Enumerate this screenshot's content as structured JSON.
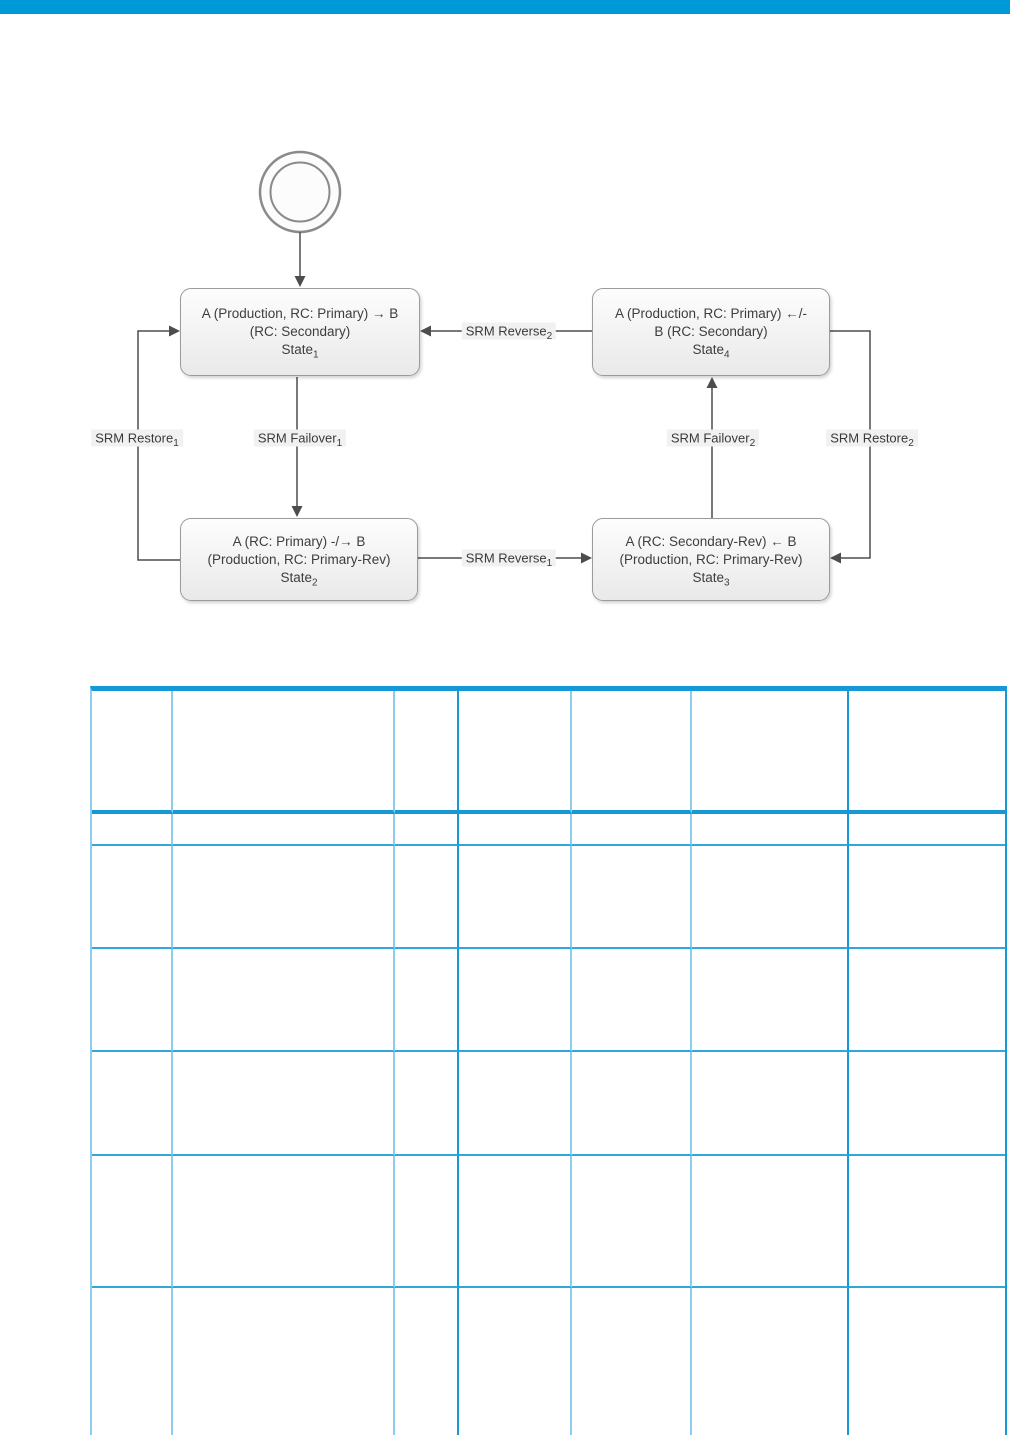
{
  "colors": {
    "accent_bar": "#0099d8",
    "table_border_dark": "#1598d5",
    "table_border_medium": "#2fa7dc",
    "table_border_light": "#8ccdee"
  },
  "diagram": {
    "initial_node_icon": "uml-initial-state-double-circle",
    "states": [
      {
        "line1": "A (Production, RC: Primary) → B",
        "line2": "(RC: Secondary)",
        "name": "State",
        "sub": "1"
      },
      {
        "line1": "A (RC: Primary) -/→ B",
        "line2": "(Production, RC: Primary-Rev)",
        "name": "State",
        "sub": "2"
      },
      {
        "line1": "A (RC: Secondary-Rev) ← B",
        "line2": "(Production, RC: Primary-Rev)",
        "name": "State",
        "sub": "3"
      },
      {
        "line1": "A (Production, RC: Primary) ←/-",
        "line2": "B (RC: Secondary)",
        "name": "State",
        "sub": "4"
      }
    ],
    "transitions": [
      {
        "label": "SRM Reverse",
        "sub": "2"
      },
      {
        "label": "SRM Restore",
        "sub": "1"
      },
      {
        "label": "SRM Failover",
        "sub": "1"
      },
      {
        "label": "SRM Failover",
        "sub": "2"
      },
      {
        "label": "SRM Restore",
        "sub": "2"
      },
      {
        "label": "SRM Reverse",
        "sub": "1"
      }
    ]
  },
  "table": {
    "columns": 7,
    "body_rows": 6
  }
}
